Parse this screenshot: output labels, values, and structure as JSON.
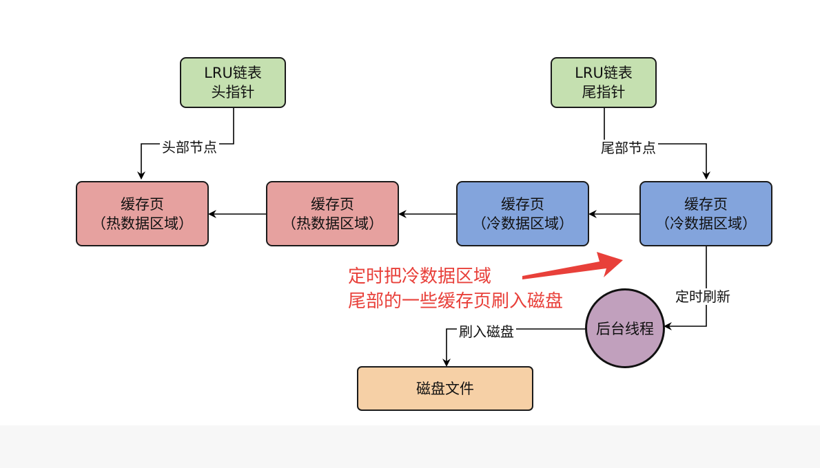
{
  "diagram": {
    "head_pointer": {
      "line1": "LRU链表",
      "line2": "头指针"
    },
    "tail_pointer": {
      "line1": "LRU链表",
      "line2": "尾指针"
    },
    "head_edge_label": "头部节点",
    "tail_edge_label": "尾部节点",
    "pages": [
      {
        "line1": "缓存页",
        "line2": "（热数据区域）",
        "kind": "hot"
      },
      {
        "line1": "缓存页",
        "line2": "（热数据区域）",
        "kind": "hot"
      },
      {
        "line1": "缓存页",
        "line2": "（冷数据区域）",
        "kind": "cold"
      },
      {
        "line1": "缓存页",
        "line2": "（冷数据区域）",
        "kind": "cold"
      }
    ],
    "annotation": {
      "line1": "定时把冷数据区域",
      "line2": "尾部的一些缓存页刷入磁盘"
    },
    "timer_label": "定时刷新",
    "background_thread": "后台线程",
    "flush_label": "刷入磁盘",
    "disk_file": "磁盘文件"
  },
  "colors": {
    "pointer_fill": "#c5e0b0",
    "hot_fill": "#e6a19f",
    "cold_fill": "#83a4dc",
    "thread_fill": "#c1a0bd",
    "disk_fill": "#f6d0a6",
    "annotation_red": "#e8403a"
  }
}
